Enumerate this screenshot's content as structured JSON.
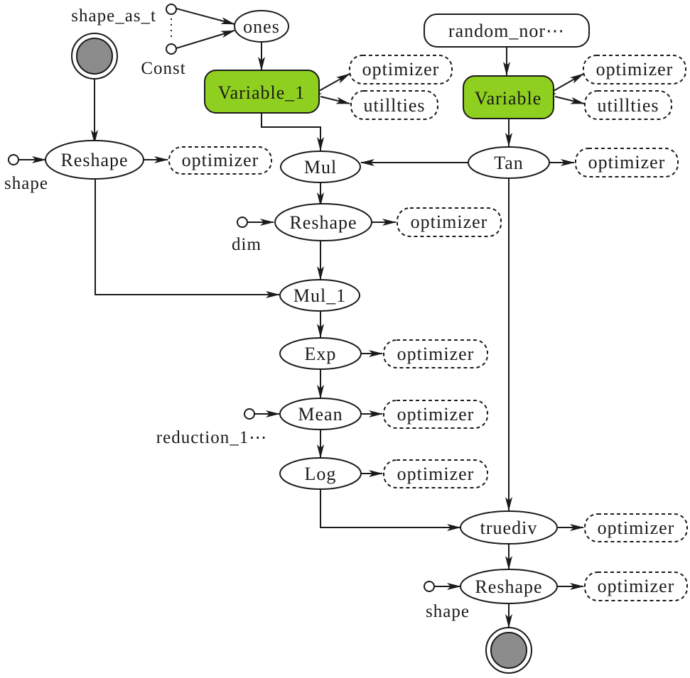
{
  "diagram": {
    "type": "computation-graph",
    "colors": {
      "variable_fill": "#8fcf1f",
      "terminal_fill": "#8c8c8c",
      "stroke": "#1a1a1a",
      "background": "#ffffff"
    },
    "nodes": {
      "ones": "ones",
      "random_normal": "random_nor⋯",
      "variable_1": "Variable_1",
      "variable": "Variable",
      "reshape_top": "Reshape",
      "mul": "Mul",
      "tan": "Tan",
      "reshape_mid": "Reshape",
      "mul_1": "Mul_1",
      "exp": "Exp",
      "mean": "Mean",
      "log": "Log",
      "truediv": "truediv",
      "reshape_bottom": "Reshape"
    },
    "inputs": {
      "shape_as_t": "shape_as_t",
      "const": "Const",
      "shape_top": "shape",
      "dim": "dim",
      "reduction": "reduction_1⋯",
      "shape_bottom": "shape"
    },
    "aux": {
      "optimizer": "optimizer",
      "utilities": "utillties"
    },
    "edges": [
      [
        "shape_as_t",
        "ones"
      ],
      [
        "const",
        "ones"
      ],
      [
        "ones",
        "variable_1"
      ],
      [
        "random_normal",
        "variable"
      ],
      [
        "variable_1",
        "optimizer"
      ],
      [
        "variable_1",
        "utilities"
      ],
      [
        "variable",
        "optimizer"
      ],
      [
        "variable",
        "utilities"
      ],
      [
        "start",
        "reshape_top"
      ],
      [
        "shape_top",
        "reshape_top"
      ],
      [
        "reshape_top",
        "optimizer"
      ],
      [
        "variable_1",
        "mul"
      ],
      [
        "variable",
        "tan"
      ],
      [
        "tan",
        "mul"
      ],
      [
        "tan",
        "optimizer"
      ],
      [
        "mul",
        "reshape_mid"
      ],
      [
        "dim",
        "reshape_mid"
      ],
      [
        "reshape_mid",
        "optimizer"
      ],
      [
        "reshape_mid",
        "mul_1"
      ],
      [
        "reshape_top",
        "mul_1"
      ],
      [
        "mul_1",
        "exp"
      ],
      [
        "exp",
        "optimizer"
      ],
      [
        "exp",
        "mean"
      ],
      [
        "reduction",
        "mean"
      ],
      [
        "mean",
        "optimizer"
      ],
      [
        "mean",
        "log"
      ],
      [
        "log",
        "optimizer"
      ],
      [
        "log",
        "truediv"
      ],
      [
        "tan",
        "truediv"
      ],
      [
        "truediv",
        "optimizer"
      ],
      [
        "truediv",
        "reshape_bottom"
      ],
      [
        "shape_bottom",
        "reshape_bottom"
      ],
      [
        "reshape_bottom",
        "optimizer"
      ],
      [
        "reshape_bottom",
        "end"
      ]
    ]
  }
}
